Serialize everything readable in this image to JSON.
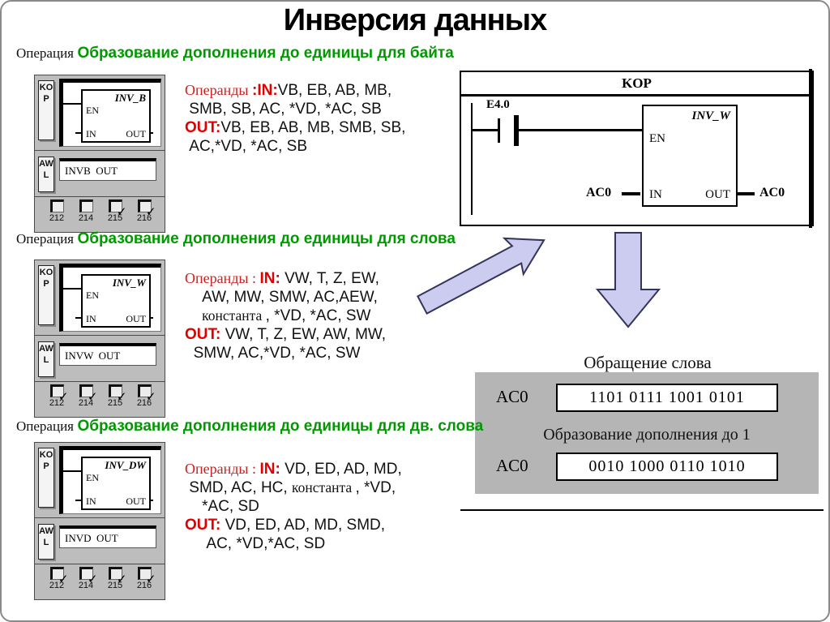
{
  "title": "Инверсия данных",
  "colors": {
    "heading_green": "#009a00",
    "accent_red": "#e00000",
    "arrow_lavender": "#ccccf0",
    "panel_gray": "#bdbdbd",
    "memory_gray": "#b5b5b5"
  },
  "check_glyph": "✓",
  "sections": [
    {
      "op_label": "Операция",
      "op_name": "Образование дополнения до единицы для байта",
      "kop_tab": "KOP",
      "awl_tab": "AWL",
      "block_name": "INV_B",
      "en_label": "EN",
      "in_label": "IN",
      "out_label": "OUT",
      "awl_text": "INVB  OUT",
      "checkboxes": [
        {
          "num": "212",
          "checked": false
        },
        {
          "num": "214",
          "checked": false
        },
        {
          "num": "215",
          "checked": true
        },
        {
          "num": "216",
          "checked": true
        }
      ],
      "operand_segments": [
        {
          "text": "Операнды ",
          "style": "opr"
        },
        {
          "text": ":IN:",
          "style": "red"
        },
        {
          "text": "VB, EB, AB, MB,\n SMB, SB, AC, *VD, *AC, SB\n",
          "style": "blk"
        },
        {
          "text": "OUT:",
          "style": "red"
        },
        {
          "text": "VB, EB, AB, MB, SMB, SB,\n AC,*VD, *AC, SB",
          "style": "blk"
        }
      ]
    },
    {
      "op_label": "Операция",
      "op_name": "Образование дополнения до единицы для слова",
      "kop_tab": "KOP",
      "awl_tab": "AWL",
      "block_name": "INV_W",
      "en_label": "EN",
      "in_label": "IN",
      "out_label": "OUT",
      "awl_text": "INVW  OUT",
      "checkboxes": [
        {
          "num": "212",
          "checked": true
        },
        {
          "num": "214",
          "checked": true
        },
        {
          "num": "215",
          "checked": true
        },
        {
          "num": "216",
          "checked": true
        }
      ],
      "operand_segments": [
        {
          "text": "Операнды : ",
          "style": "opr"
        },
        {
          "text": "IN",
          "style": "red"
        },
        {
          "text": ": ",
          "style": "red"
        },
        {
          "text": "VW, T, Z, EW,\n    AW, MW, SMW, AC,AEW,\n    ",
          "style": "blk"
        },
        {
          "text": "константа ",
          "style": "srf"
        },
        {
          "text": ", *VD, *AC, SW\n",
          "style": "blk"
        },
        {
          "text": "OUT",
          "style": "red"
        },
        {
          "text": ": ",
          "style": "red"
        },
        {
          "text": "VW, T, Z, EW, AW, MW,\n  SMW, AC,*VD, *AC, SW",
          "style": "blk"
        }
      ]
    },
    {
      "op_label": "Операция",
      "op_name": "Образование дополнения до единицы для дв. слова",
      "kop_tab": "KOP",
      "awl_tab": "AWL",
      "block_name": "INV_DW",
      "en_label": "EN",
      "in_label": "IN",
      "out_label": "OUT",
      "awl_text": "INVD  OUT",
      "checkboxes": [
        {
          "num": "212",
          "checked": true
        },
        {
          "num": "214",
          "checked": true
        },
        {
          "num": "215",
          "checked": true
        },
        {
          "num": "216",
          "checked": true
        }
      ],
      "operand_segments": [
        {
          "text": "Операнды : ",
          "style": "opr"
        },
        {
          "text": "IN",
          "style": "red"
        },
        {
          "text": ": ",
          "style": "red"
        },
        {
          "text": "VD, ED, AD, MD,\n SMD, AC, HC, ",
          "style": "blk"
        },
        {
          "text": "константа ",
          "style": "srf"
        },
        {
          "text": ", *VD,\n    *AC, SD\n",
          "style": "blk"
        },
        {
          "text": "OUT",
          "style": "red"
        },
        {
          "text": ": ",
          "style": "red"
        },
        {
          "text": "VD, ED, AD, MD, SMD,\n     AC, *VD,*AC, SD",
          "style": "blk"
        }
      ]
    }
  ],
  "ladder": {
    "header": "KOP",
    "contact_label": "E4.0",
    "block_name": "INV_W",
    "en_label": "EN",
    "in_label": "IN",
    "out_label": "OUT",
    "in_operand": "AC0",
    "out_operand": "AC0"
  },
  "memory": {
    "title": "Обращение слова",
    "row1_label": "AC0",
    "row1_value": "1101 0111 1001 0101",
    "middle_text": "Образование дополнения до 1",
    "row2_label": "AC0",
    "row2_value": "0010 1000 0110 1010"
  }
}
